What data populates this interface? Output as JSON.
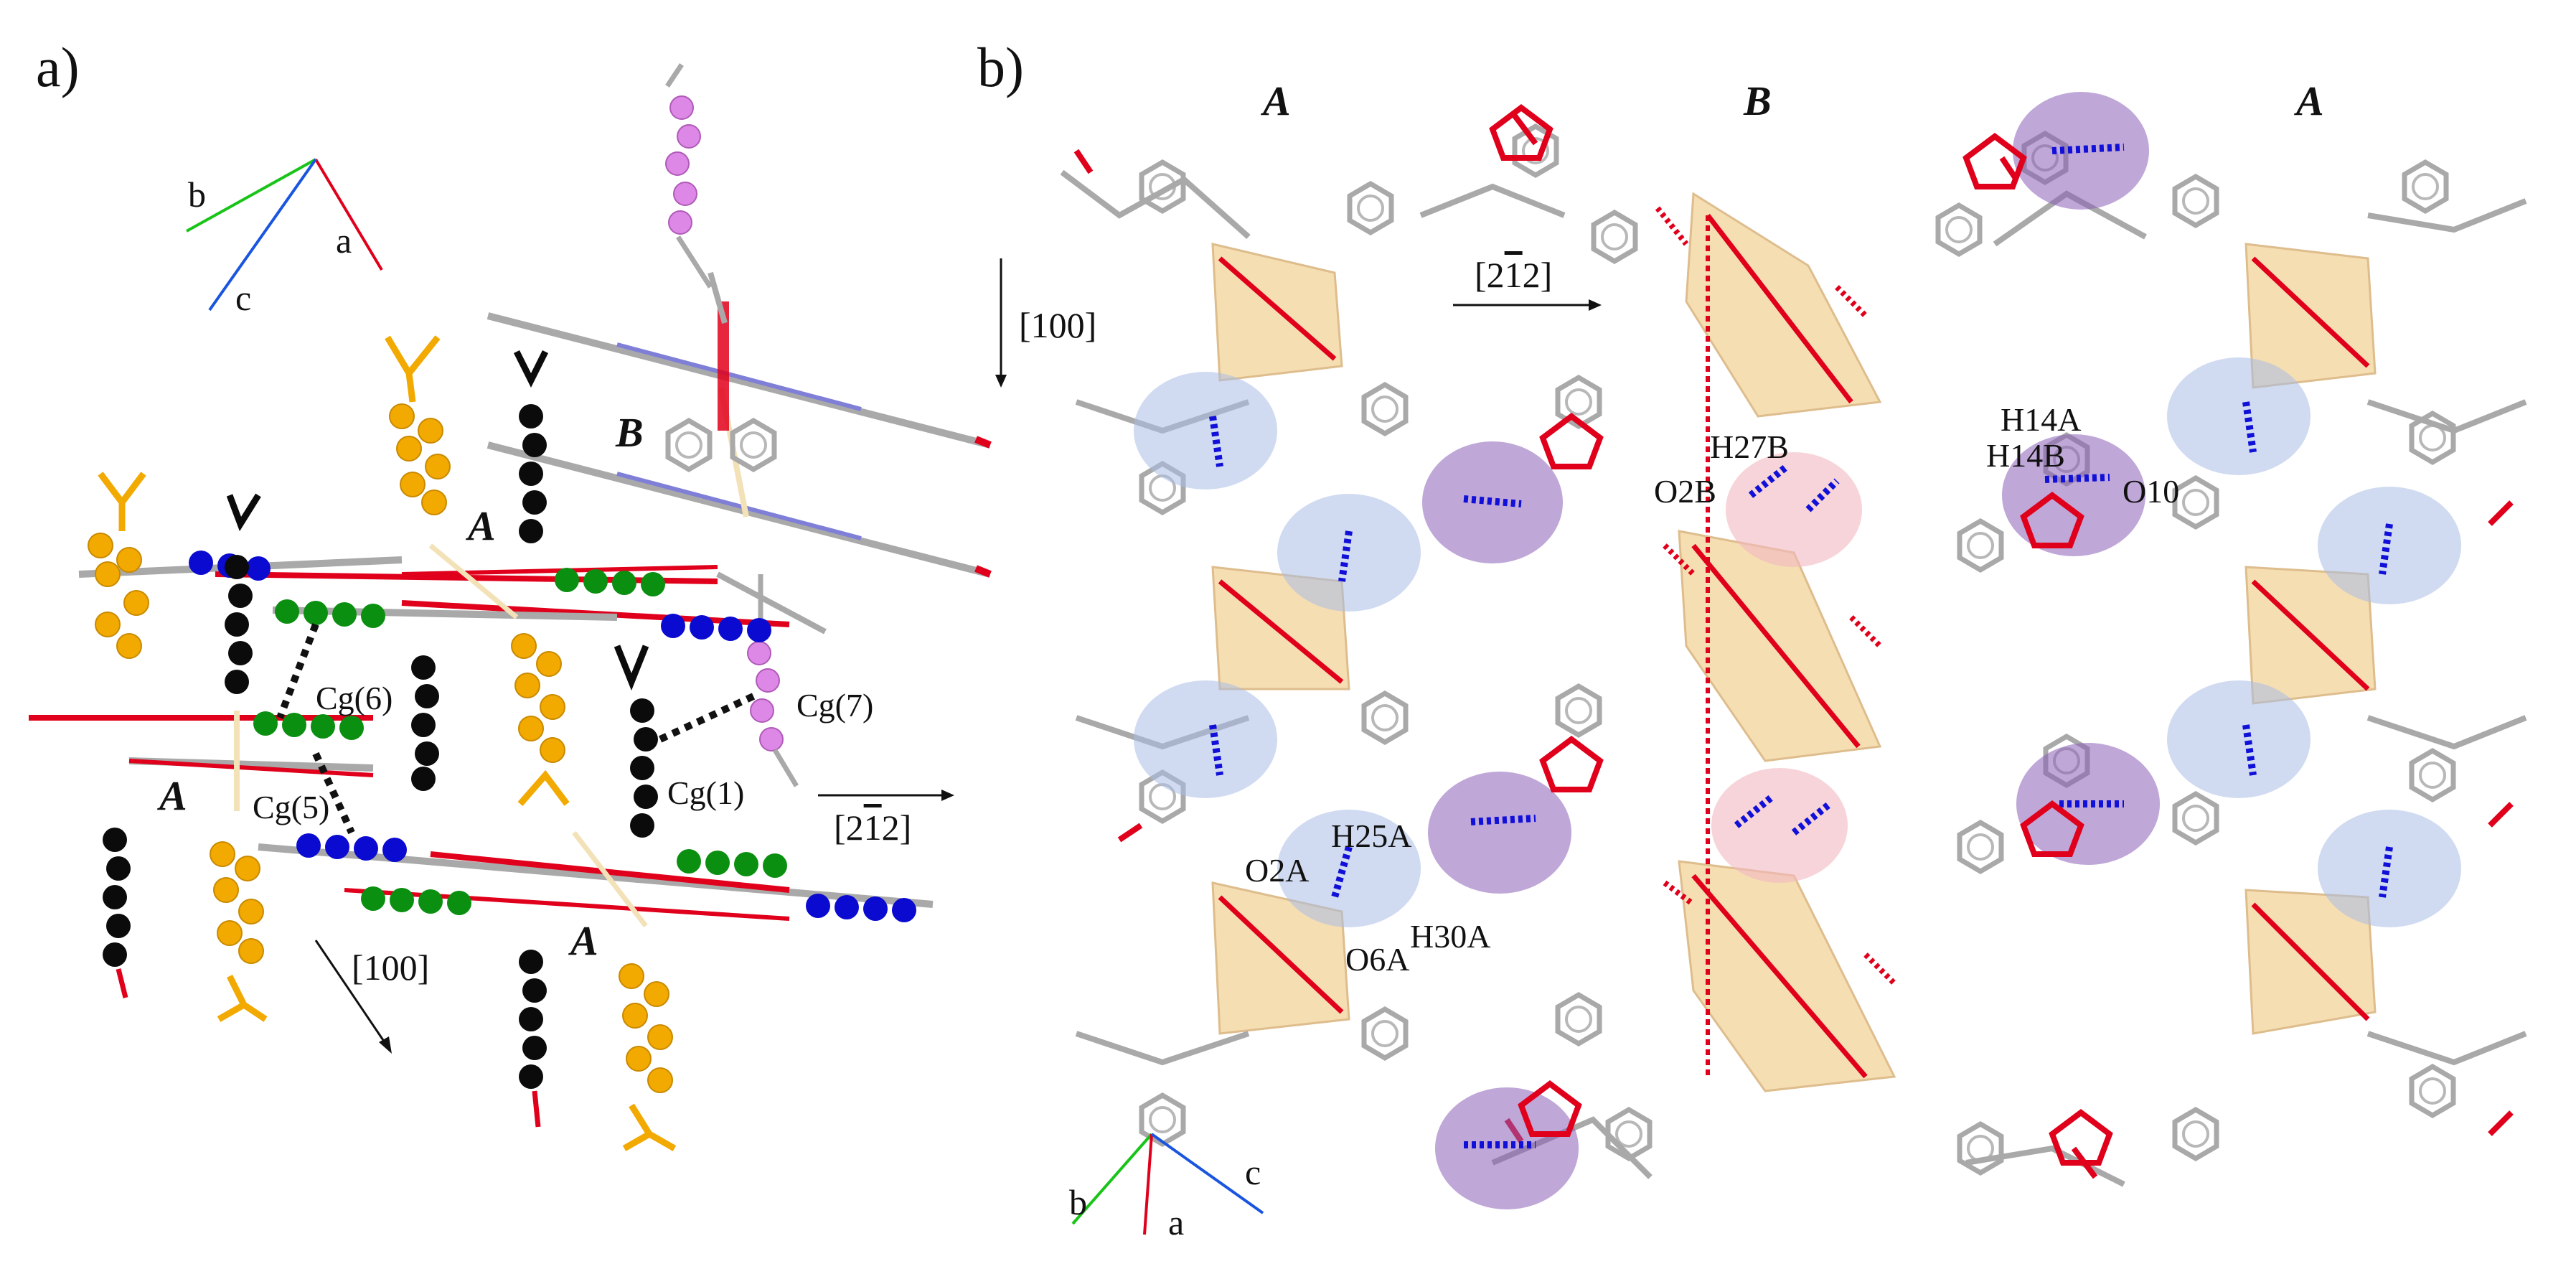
{
  "colors": {
    "bond_grey": "#a9a9a9",
    "oxygen_red": "#e0001b",
    "nitrogen_blue": "#7f7fd8",
    "metal_cream": "#f3e2b8",
    "polyhedron_fill": "#f5d9a6",
    "sphere_orange": "#f2a900",
    "sphere_black": "#0b0b0b",
    "sphere_green": "#0a8f10",
    "sphere_blue": "#0a0ad0",
    "sphere_violet": "#dd88e6",
    "hbond_blue": "#1010d8",
    "highlight_violet": "#8b5fb8",
    "highlight_lightblue": "#a9bde6",
    "highlight_pink": "#f2b8c0",
    "axis_a": "#e0001b",
    "axis_b": "#19c419",
    "axis_c": "#1a55e0"
  },
  "panel_a": {
    "label": "a)",
    "axes": {
      "a": "a",
      "b": "b",
      "c": "c"
    },
    "molecule_labels": [
      "B",
      "A",
      "A",
      "A"
    ],
    "centroid_labels": [
      "Cg(6)",
      "Cg(7)",
      "Cg(5)",
      "Cg(1)"
    ],
    "direction_labels": [
      "[2̅2]",
      "[100]"
    ],
    "direction_text": {
      "d1": "[2",
      "d1bar": "1",
      "d1end": "2]",
      "d2": "[100]"
    }
  },
  "panel_b": {
    "label": "b)",
    "molecule_labels": {
      "left": "A",
      "middle": "B",
      "right": "A"
    },
    "direction_text": {
      "d1": "[100]",
      "d2a": "[2",
      "d2bar": "1",
      "d2b": "2]"
    },
    "atom_labels": [
      "H27B",
      "O2B",
      "H14A",
      "H14B",
      "O10",
      "H25A",
      "O2A",
      "H30A",
      "O6A"
    ],
    "axes": {
      "a": "a",
      "b": "b",
      "c": "c"
    }
  }
}
